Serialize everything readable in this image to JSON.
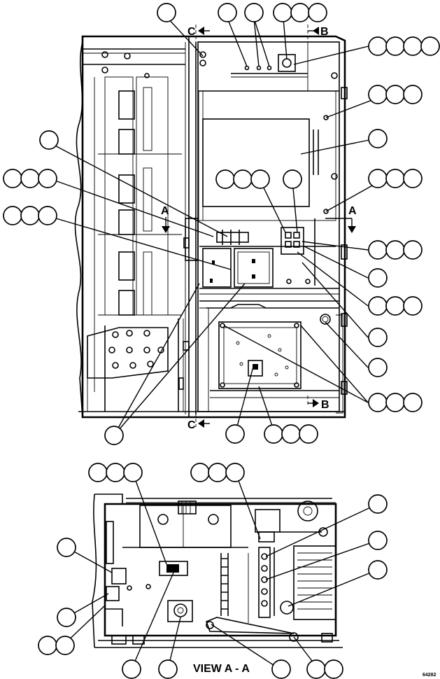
{
  "section_markers": {
    "c_top": "C",
    "b_top": "B",
    "a_left": "A",
    "a_right": "A",
    "b_bottom": "B",
    "c_bottom": "C"
  },
  "view_label": "VIEW A - A",
  "figure_code": "64282"
}
